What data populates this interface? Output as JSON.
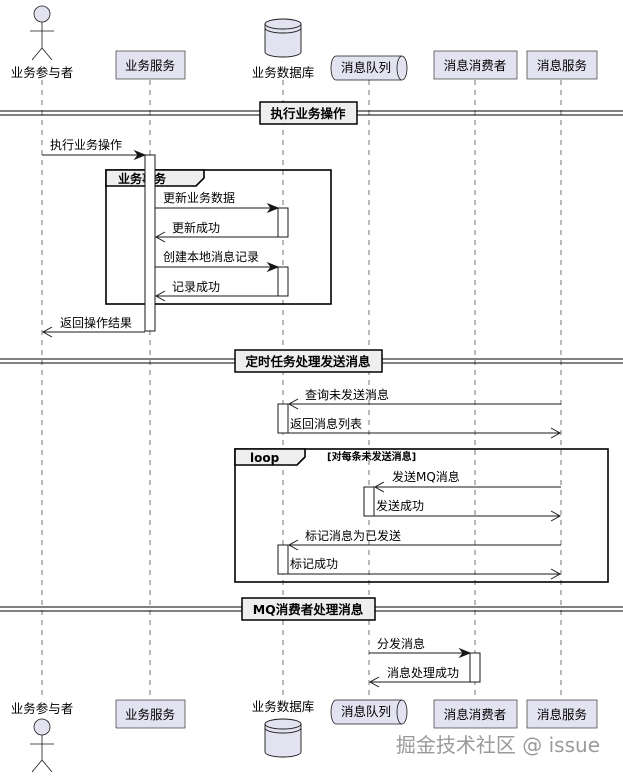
{
  "participants": {
    "actor": "业务参与者",
    "service": "业务服务",
    "db": "业务数据库",
    "queue": "消息队列",
    "consumer": "消息消费者",
    "msgservice": "消息服务"
  },
  "dividers": {
    "d1": "执行业务操作",
    "d2": "定时任务处理发送消息",
    "d3": "MQ消费者处理消息"
  },
  "groups": {
    "tx": "业务事务",
    "loop": "loop",
    "loop_cond": "[对每条未发送消息]"
  },
  "messages": {
    "m1": "执行业务操作",
    "m2": "更新业务数据",
    "m3": "更新成功",
    "m4": "创建本地消息记录",
    "m5": "记录成功",
    "m6": "返回操作结果",
    "m7": "查询未发送消息",
    "m8": "返回消息列表",
    "m9": "发送MQ消息",
    "m10": "发送成功",
    "m11": "标记消息为已发送",
    "m12": "标记成功",
    "m13": "分发消息",
    "m14": "消息处理成功"
  },
  "watermark": "掘金技术社区 @ issue"
}
